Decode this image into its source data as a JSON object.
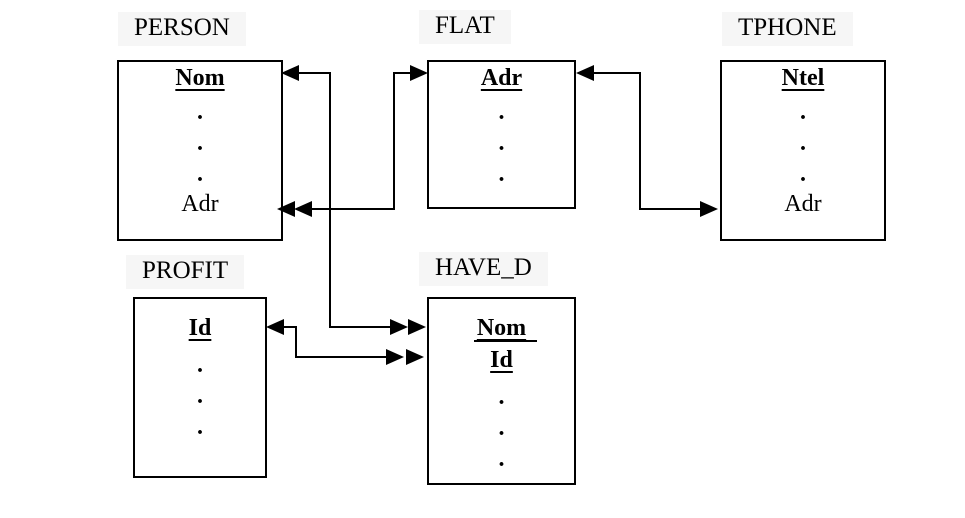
{
  "entities": {
    "person": {
      "title": "PERSON",
      "key": "Nom",
      "dots": [
        ".",
        ".",
        "."
      ],
      "foreign": "Adr"
    },
    "flat": {
      "title": "FLAT",
      "key": "Adr",
      "dots": [
        ".",
        ".",
        "."
      ]
    },
    "tphone": {
      "title": "TPHONE",
      "key": "Ntel",
      "dots": [
        ".",
        ".",
        "."
      ],
      "foreign": "Adr"
    },
    "profit": {
      "title": "PROFIT",
      "key": "Id",
      "dots": [
        ".",
        ".",
        "."
      ]
    },
    "have_d": {
      "title": "HAVE_D",
      "key1": "Nom",
      "key2": "Id",
      "dots": [
        ".",
        ".",
        "."
      ]
    }
  }
}
